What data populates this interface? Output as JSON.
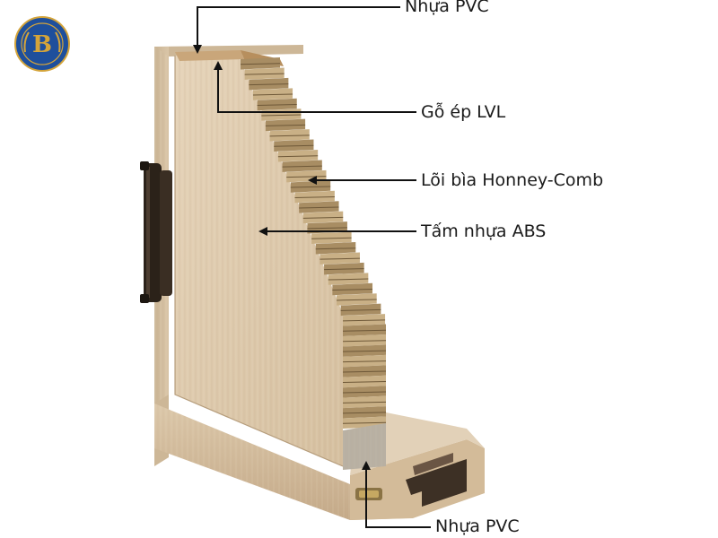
{
  "labels": {
    "pvc_top": "Nhựa PVC",
    "lvl": "Gỗ ép LVL",
    "honeycomb": "Lõi bìa Honney-Comb",
    "abs": "Tấm nhựa ABS",
    "pvc_bottom": "Nhựa PVC"
  },
  "logo": {
    "letter": "B"
  },
  "colors": {
    "frame": "#d8c4a6",
    "frame_shade": "#c3ab8a",
    "panel": "#e0cdb2",
    "core": "#b89e76",
    "hinge": "#2b2219",
    "logo_blue": "#1e4f9c",
    "logo_gold": "#d4a43a"
  }
}
